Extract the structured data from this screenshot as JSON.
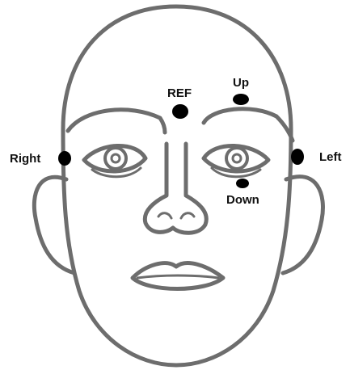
{
  "colors": {
    "outline": "#6d6d6d",
    "electrode": "#000000",
    "label": "#111111",
    "background": "#ffffff"
  },
  "electrodes": {
    "ref": "REF",
    "up": "Up",
    "down": "Down",
    "right": "Right",
    "left": "Left"
  }
}
